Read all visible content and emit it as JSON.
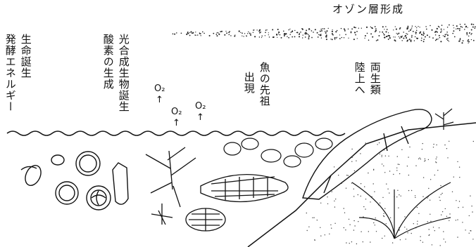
{
  "ozone_label": "オゾン層形成",
  "columns": {
    "birth_of_life": [
      "生命誕生",
      "発酵エネルギー"
    ],
    "photosynthesis": [
      "光合成生物誕生",
      "酸素の生成"
    ],
    "fish_ancestor": [
      "魚の先祖",
      "出現"
    ],
    "amphibians": [
      "両生類",
      "陸上へ"
    ]
  },
  "oxygen_symbol": "O₂",
  "oxygen_arrow": "↑"
}
